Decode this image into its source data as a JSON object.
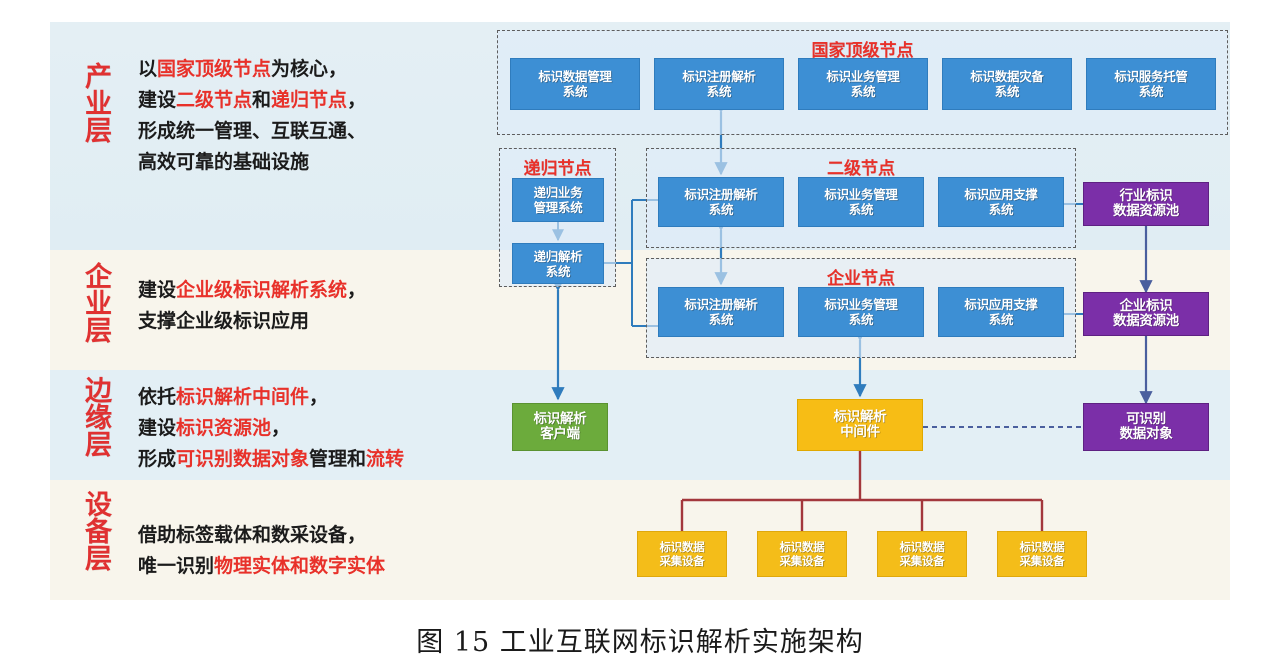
{
  "caption": "图 15  工业互联网标识解析实施架构",
  "colors": {
    "accent_red": "#e8312a",
    "node_blue": "#3d8fd4",
    "pool_purple": "#7b2fa8",
    "client_green": "#6cab3c",
    "middleware_yellow": "#f7bd15",
    "device_yellow": "#f4bd19",
    "band_blue": "#e3eff5",
    "band_cream": "#f8f5ec",
    "dashed_border": "#5d5d5d",
    "arrow_blue": "#2f7cbd",
    "tree_red": "#a3373c"
  },
  "layers": [
    {
      "name": "产业层",
      "band": "blue",
      "lines": [
        [
          {
            "t": "以",
            "hl": false
          },
          {
            "t": "国家顶级节点",
            "hl": true
          },
          {
            "t": "为核心，",
            "hl": false
          }
        ],
        [
          {
            "t": "建设",
            "hl": false
          },
          {
            "t": "二级节点",
            "hl": true
          },
          {
            "t": "和",
            "hl": false
          },
          {
            "t": "递归节点",
            "hl": true
          },
          {
            "t": "，",
            "hl": false
          }
        ],
        [
          {
            "t": "形成统一管理、互联互通、",
            "hl": false
          }
        ],
        [
          {
            "t": "高效可靠的基础设施",
            "hl": false
          }
        ]
      ]
    },
    {
      "name": "企业层",
      "band": "cream",
      "lines": [
        [
          {
            "t": "建设",
            "hl": false
          },
          {
            "t": "企业级标识解析系统",
            "hl": true
          },
          {
            "t": "，",
            "hl": false
          }
        ],
        [
          {
            "t": "支撑企业级标识应用",
            "hl": false
          }
        ]
      ]
    },
    {
      "name": "边缘层",
      "band": "blue",
      "lines": [
        [
          {
            "t": "依托",
            "hl": false
          },
          {
            "t": "标识解析中间件",
            "hl": true
          },
          {
            "t": "，",
            "hl": false
          }
        ],
        [
          {
            "t": "建设",
            "hl": false
          },
          {
            "t": "标识资源池",
            "hl": true
          },
          {
            "t": "，",
            "hl": false
          }
        ],
        [
          {
            "t": "形成",
            "hl": false
          },
          {
            "t": "可识别数据对象",
            "hl": true
          },
          {
            "t": "管理和",
            "hl": false
          },
          {
            "t": "流转",
            "hl": true
          }
        ]
      ]
    },
    {
      "name": "设备层",
      "band": "cream",
      "lines": [
        [
          {
            "t": "借助标签载体和数采设备，",
            "hl": false
          }
        ],
        [
          {
            "t": "唯一识别",
            "hl": false
          },
          {
            "t": "物理实体和数字实体",
            "hl": true
          }
        ]
      ]
    }
  ],
  "groups": {
    "national": {
      "title": "国家顶级节点",
      "boxes": [
        "标识数据管理\n系统",
        "标识注册解析\n系统",
        "标识业务管理\n系统",
        "标识数据灾备\n系统",
        "标识服务托管\n系统"
      ]
    },
    "recursive": {
      "title": "递归节点",
      "boxes": [
        "递归业务\n管理系统",
        "递归解析\n系统"
      ]
    },
    "secondary": {
      "title": "二级节点",
      "boxes": [
        "标识注册解析\n系统",
        "标识业务管理\n系统",
        "标识应用支撑\n系统"
      ]
    },
    "enterprise": {
      "title": "企业节点",
      "boxes": [
        "标识注册解析\n系统",
        "标识业务管理\n系统",
        "标识应用支撑\n系统"
      ]
    }
  },
  "pools": {
    "industry": "行业标识\n数据资源池",
    "enterprise": "企业标识\n数据资源池"
  },
  "edge": {
    "client": "标识解析\n客户端",
    "middleware": "标识解析\n中间件",
    "object": "可识别\n数据对象"
  },
  "devices": [
    "标识数据\n采集设备",
    "标识数据\n采集设备",
    "标识数据\n采集设备",
    "标识数据\n采集设备"
  ]
}
